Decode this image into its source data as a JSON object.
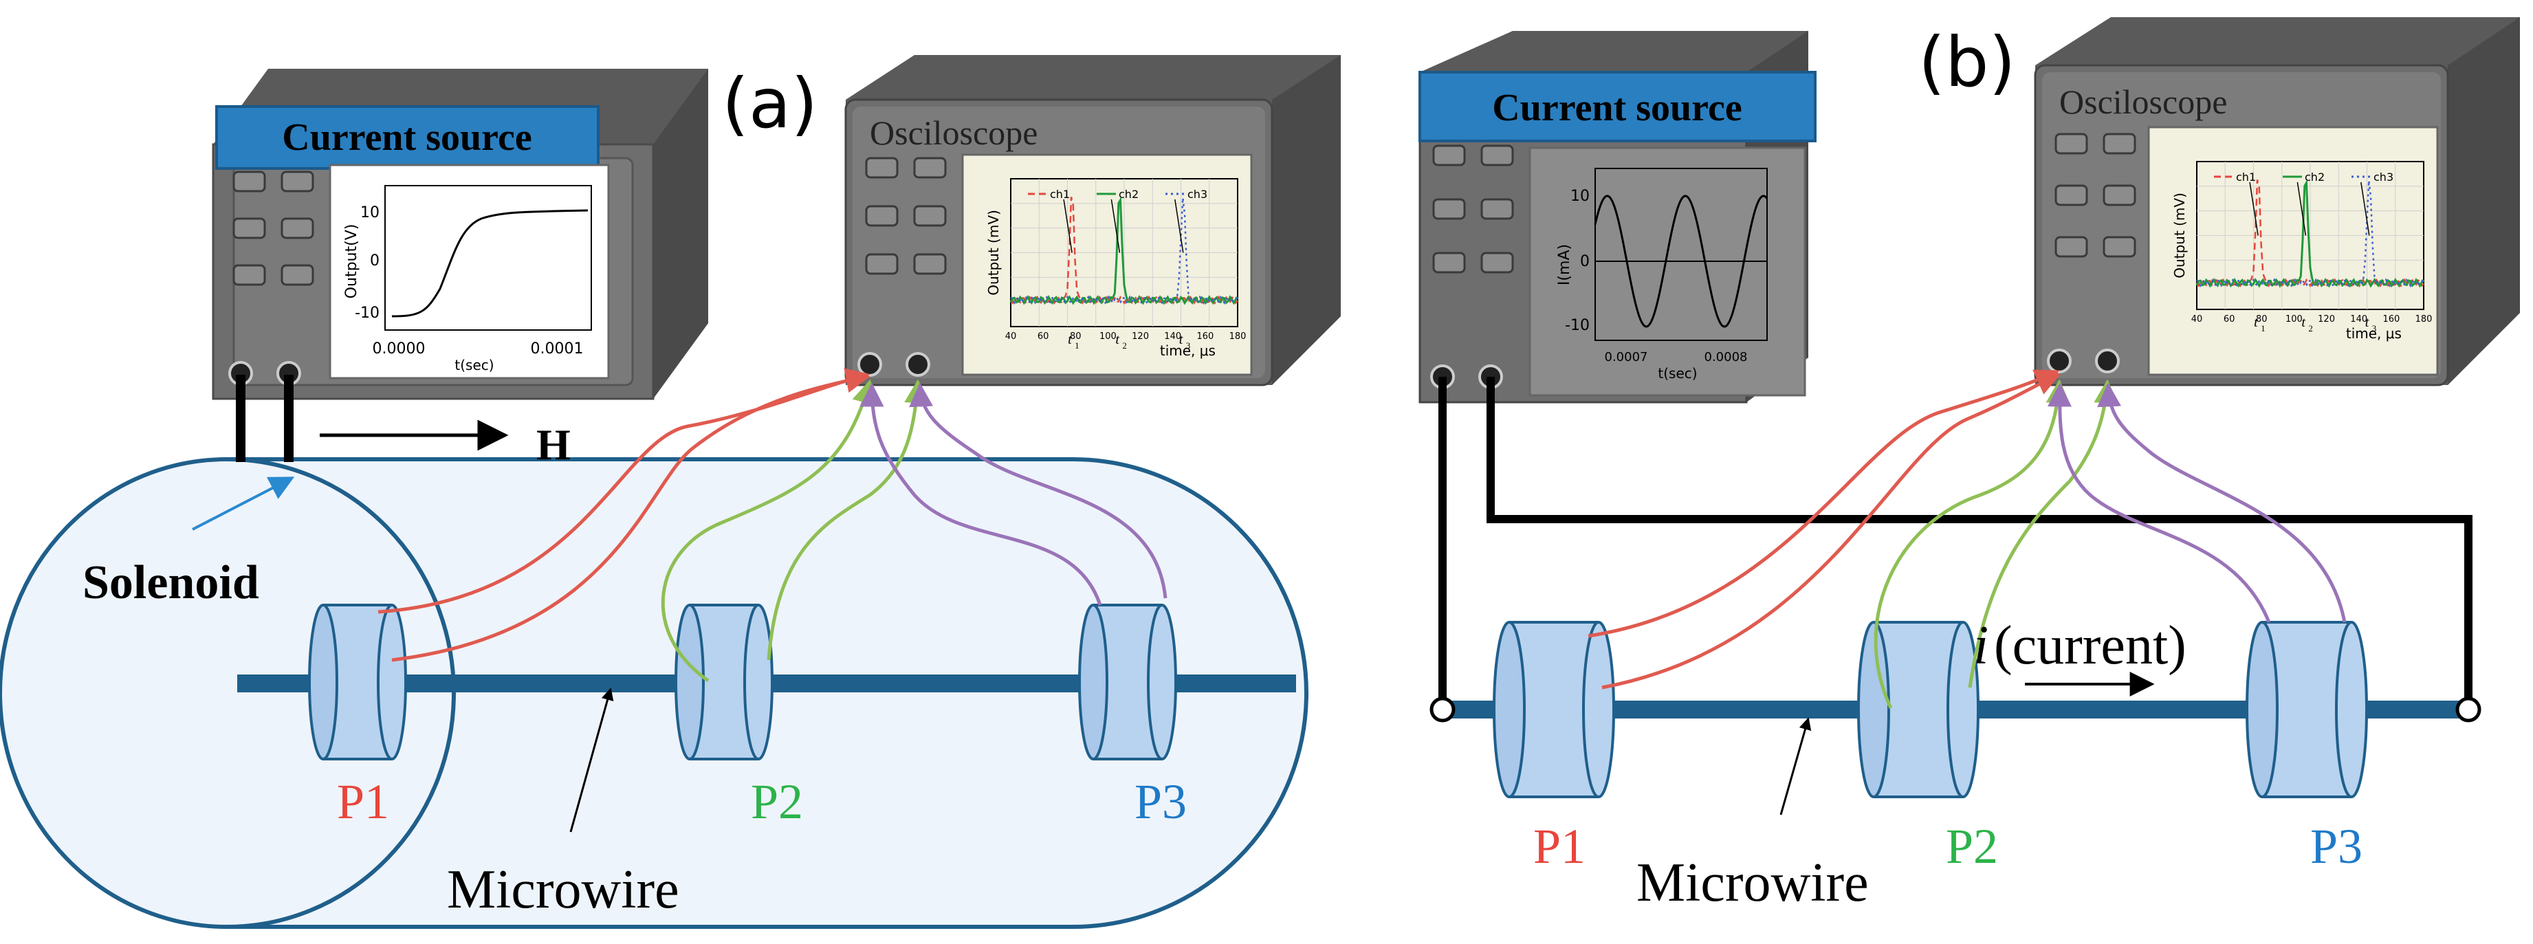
{
  "panels": {
    "a": {
      "label": "(a)",
      "current_source": {
        "title": "Current source",
        "screen_plot": {
          "ylabel": "Output(V)",
          "xlabel": "t(sec)",
          "yticks": [
            "10",
            "0",
            "-10"
          ],
          "xticks": [
            "0.0000",
            "0.0001"
          ]
        }
      },
      "oscilloscope": {
        "title": "Osciloscope",
        "screen_plot": {
          "ylabel": "Output (mV)",
          "xlabel": "time, μs",
          "xticks": [
            "40",
            "60",
            "80",
            "100",
            "120",
            "140",
            "160",
            "180"
          ],
          "legend": [
            "ch1",
            "ch2",
            "ch3"
          ],
          "markers": [
            "t",
            "t",
            "t"
          ],
          "marker_subs": [
            "1",
            "2",
            "3"
          ]
        }
      },
      "field_label": "H",
      "solenoid_label": "Solenoid",
      "microwire_label": "Microwire",
      "pickups": [
        "P1",
        "P2",
        "P3"
      ]
    },
    "b": {
      "label": "(b)",
      "current_source": {
        "title": "Current source",
        "screen_plot": {
          "ylabel": "I(mA)",
          "xlabel": "t(sec)",
          "yticks": [
            "10",
            "0",
            "-10"
          ],
          "xticks": [
            "0.0007",
            "0.0008"
          ]
        }
      },
      "oscilloscope": {
        "title": "Osciloscope",
        "screen_plot": {
          "ylabel": "Output (mV)",
          "xlabel": "time, μs",
          "xticks": [
            "40",
            "60",
            "80",
            "100",
            "120",
            "140",
            "160",
            "180"
          ],
          "legend": [
            "ch1",
            "ch2",
            "ch3"
          ],
          "markers": [
            "t",
            "t",
            "t"
          ],
          "marker_subs": [
            "1",
            "2",
            "3"
          ]
        }
      },
      "current_label_i": "i",
      "current_label_rest": "(current)",
      "microwire_label": "Microwire",
      "pickups": [
        "P1",
        "P2",
        "P3"
      ]
    }
  },
  "colors": {
    "device_dark": "#5a5a5a",
    "device_mid": "#7a7a7a",
    "device_light": "#9a9a9a",
    "title_blue": "#2a7fc0",
    "wire_blue": "#1f5f8b",
    "coil_fill": "#b8d3ef",
    "solenoid_fill": "#eef4fb",
    "red": "#e8453c",
    "green": "#2cb34a",
    "blue": "#1e7ac8",
    "lead_red": "#e05a4f",
    "lead_green": "#8fbf55",
    "lead_purple": "#9a74b8"
  }
}
